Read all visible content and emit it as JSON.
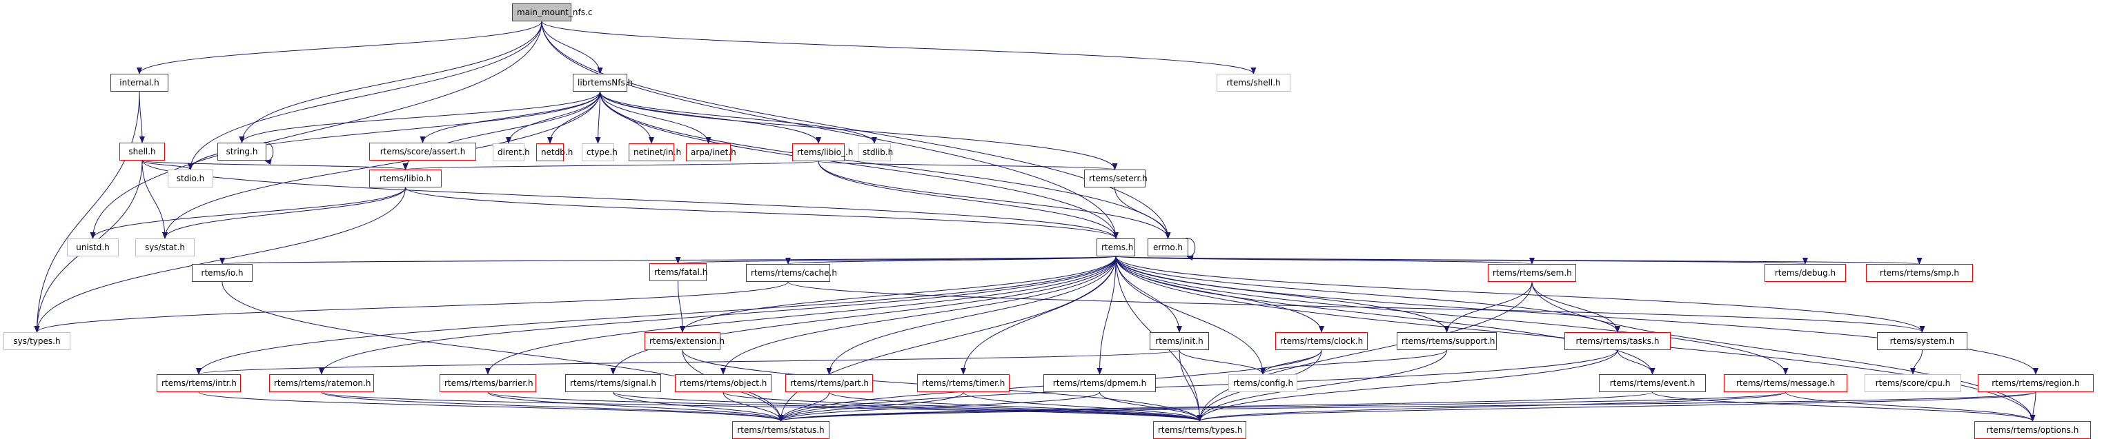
{
  "graph": {
    "title": "main_mount_nfs.c include dependency graph",
    "edge_color": "#191970",
    "node_styles": {
      "root": {
        "fill": "#bfbfbf",
        "border": "#404040"
      },
      "documented": {
        "fill": "#ffffff",
        "border": "#404040"
      },
      "external": {
        "fill": "#ffffff",
        "border": "#bfbfbf"
      },
      "incomplete": {
        "fill": "#ffffff",
        "border": "#ff0000"
      }
    },
    "nodes": [
      {
        "id": "main",
        "label": "main_mount_nfs.c",
        "kind": "root"
      },
      {
        "id": "internal",
        "label": "internal.h",
        "kind": "documented"
      },
      {
        "id": "librtemsnfs",
        "label": "librtemsNfs.h",
        "kind": "documented"
      },
      {
        "id": "rshell",
        "label": "rtems/shell.h",
        "kind": "external"
      },
      {
        "id": "shell",
        "label": "shell.h",
        "kind": "incomplete"
      },
      {
        "id": "string",
        "label": "string.h",
        "kind": "documented"
      },
      {
        "id": "assert",
        "label": "rtems/score/assert.h",
        "kind": "incomplete"
      },
      {
        "id": "dirent",
        "label": "dirent.h",
        "kind": "external"
      },
      {
        "id": "netdb",
        "label": "netdb.h",
        "kind": "incomplete"
      },
      {
        "id": "ctype",
        "label": "ctype.h",
        "kind": "external"
      },
      {
        "id": "netinet",
        "label": "netinet/in.h",
        "kind": "incomplete"
      },
      {
        "id": "arpa",
        "label": "arpa/inet.h",
        "kind": "incomplete"
      },
      {
        "id": "libio_",
        "label": "rtems/libio_.h",
        "kind": "incomplete"
      },
      {
        "id": "stdlib",
        "label": "stdlib.h",
        "kind": "external"
      },
      {
        "id": "stdio",
        "label": "stdio.h",
        "kind": "external"
      },
      {
        "id": "libio",
        "label": "rtems/libio.h",
        "kind": "incomplete"
      },
      {
        "id": "seterr",
        "label": "rtems/seterr.h",
        "kind": "documented"
      },
      {
        "id": "unistd",
        "label": "unistd.h",
        "kind": "external"
      },
      {
        "id": "sysstat",
        "label": "sys/stat.h",
        "kind": "external"
      },
      {
        "id": "rtemsh",
        "label": "rtems.h",
        "kind": "documented"
      },
      {
        "id": "errno",
        "label": "errno.h",
        "kind": "documented"
      },
      {
        "id": "io",
        "label": "rtems/io.h",
        "kind": "documented"
      },
      {
        "id": "fatal",
        "label": "rtems/fatal.h",
        "kind": "incomplete"
      },
      {
        "id": "cache",
        "label": "rtems/rtems/cache.h",
        "kind": "documented"
      },
      {
        "id": "sem",
        "label": "rtems/rtems/sem.h",
        "kind": "incomplete"
      },
      {
        "id": "debug",
        "label": "rtems/debug.h",
        "kind": "incomplete"
      },
      {
        "id": "smp",
        "label": "rtems/rtems/smp.h",
        "kind": "incomplete"
      },
      {
        "id": "systypes",
        "label": "sys/types.h",
        "kind": "external"
      },
      {
        "id": "extension",
        "label": "rtems/extension.h",
        "kind": "incomplete"
      },
      {
        "id": "init",
        "label": "rtems/init.h",
        "kind": "documented"
      },
      {
        "id": "clock",
        "label": "rtems/rtems/clock.h",
        "kind": "incomplete"
      },
      {
        "id": "support",
        "label": "rtems/rtems/support.h",
        "kind": "documented"
      },
      {
        "id": "tasks",
        "label": "rtems/rtems/tasks.h",
        "kind": "incomplete"
      },
      {
        "id": "system",
        "label": "rtems/system.h",
        "kind": "documented"
      },
      {
        "id": "intr",
        "label": "rtems/rtems/intr.h",
        "kind": "incomplete"
      },
      {
        "id": "ratemon",
        "label": "rtems/rtems/ratemon.h",
        "kind": "incomplete"
      },
      {
        "id": "barrier",
        "label": "rtems/rtems/barrier.h",
        "kind": "incomplete"
      },
      {
        "id": "signal",
        "label": "rtems/rtems/signal.h",
        "kind": "documented"
      },
      {
        "id": "object",
        "label": "rtems/rtems/object.h",
        "kind": "incomplete"
      },
      {
        "id": "part",
        "label": "rtems/rtems/part.h",
        "kind": "incomplete"
      },
      {
        "id": "timer",
        "label": "rtems/rtems/timer.h",
        "kind": "incomplete"
      },
      {
        "id": "dpmem",
        "label": "rtems/rtems/dpmem.h",
        "kind": "documented"
      },
      {
        "id": "config",
        "label": "rtems/config.h",
        "kind": "external"
      },
      {
        "id": "event",
        "label": "rtems/rtems/event.h",
        "kind": "documented"
      },
      {
        "id": "message",
        "label": "rtems/rtems/message.h",
        "kind": "incomplete"
      },
      {
        "id": "cpu",
        "label": "rtems/score/cpu.h",
        "kind": "external"
      },
      {
        "id": "region",
        "label": "rtems/rtems/region.h",
        "kind": "incomplete"
      },
      {
        "id": "status",
        "label": "rtems/rtems/status.h",
        "kind": "incomplete"
      },
      {
        "id": "types",
        "label": "rtems/rtems/types.h",
        "kind": "incomplete"
      },
      {
        "id": "options",
        "label": "rtems/rtems/options.h",
        "kind": "incomplete"
      }
    ],
    "edges": [
      [
        "main",
        "internal"
      ],
      [
        "main",
        "librtemsnfs"
      ],
      [
        "main",
        "rshell"
      ],
      [
        "main",
        "string"
      ],
      [
        "main",
        "stdio"
      ],
      [
        "main",
        "unistd"
      ],
      [
        "main",
        "rtemsh"
      ],
      [
        "main",
        "errno"
      ],
      [
        "internal",
        "shell"
      ],
      [
        "internal",
        "systypes"
      ],
      [
        "shell",
        "stdio"
      ],
      [
        "shell",
        "sysstat"
      ],
      [
        "shell",
        "systypes"
      ],
      [
        "shell",
        "libio"
      ],
      [
        "shell",
        "rtemsh"
      ],
      [
        "string",
        "string"
      ],
      [
        "librtemsnfs",
        "string"
      ],
      [
        "librtemsnfs",
        "assert"
      ],
      [
        "librtemsnfs",
        "dirent"
      ],
      [
        "librtemsnfs",
        "netdb"
      ],
      [
        "librtemsnfs",
        "ctype"
      ],
      [
        "librtemsnfs",
        "netinet"
      ],
      [
        "librtemsnfs",
        "arpa"
      ],
      [
        "librtemsnfs",
        "libio_"
      ],
      [
        "librtemsnfs",
        "stdlib"
      ],
      [
        "librtemsnfs",
        "stdio"
      ],
      [
        "librtemsnfs",
        "sysstat"
      ],
      [
        "librtemsnfs",
        "libio"
      ],
      [
        "librtemsnfs",
        "seterr"
      ],
      [
        "librtemsnfs",
        "rtemsh"
      ],
      [
        "librtemsnfs",
        "errno"
      ],
      [
        "libio_",
        "libio"
      ],
      [
        "libio_",
        "seterr"
      ],
      [
        "libio_",
        "rtemsh"
      ],
      [
        "libio_",
        "errno"
      ],
      [
        "libio",
        "unistd"
      ],
      [
        "libio",
        "sysstat"
      ],
      [
        "libio",
        "systypes"
      ],
      [
        "libio",
        "rtemsh"
      ],
      [
        "seterr",
        "errno"
      ],
      [
        "errno",
        "errno"
      ],
      [
        "rtemsh",
        "io"
      ],
      [
        "rtemsh",
        "fatal"
      ],
      [
        "rtemsh",
        "cache"
      ],
      [
        "rtemsh",
        "extension"
      ],
      [
        "rtemsh",
        "init"
      ],
      [
        "rtemsh",
        "clock"
      ],
      [
        "rtemsh",
        "support"
      ],
      [
        "rtemsh",
        "sem"
      ],
      [
        "rtemsh",
        "tasks"
      ],
      [
        "rtemsh",
        "debug"
      ],
      [
        "rtemsh",
        "smp"
      ],
      [
        "rtemsh",
        "system"
      ],
      [
        "rtemsh",
        "event"
      ],
      [
        "rtemsh",
        "message"
      ],
      [
        "rtemsh",
        "region"
      ],
      [
        "rtemsh",
        "intr"
      ],
      [
        "rtemsh",
        "ratemon"
      ],
      [
        "rtemsh",
        "barrier"
      ],
      [
        "rtemsh",
        "signal"
      ],
      [
        "rtemsh",
        "object"
      ],
      [
        "rtemsh",
        "part"
      ],
      [
        "rtemsh",
        "timer"
      ],
      [
        "rtemsh",
        "dpmem"
      ],
      [
        "rtemsh",
        "config"
      ],
      [
        "rtemsh",
        "status"
      ],
      [
        "rtemsh",
        "types"
      ],
      [
        "rtemsh",
        "options"
      ],
      [
        "io",
        "status"
      ],
      [
        "fatal",
        "extension"
      ],
      [
        "cache",
        "systypes"
      ],
      [
        "cache",
        "system"
      ],
      [
        "extension",
        "status"
      ],
      [
        "extension",
        "types"
      ],
      [
        "init",
        "intr"
      ],
      [
        "init",
        "config"
      ],
      [
        "init",
        "types"
      ],
      [
        "clock",
        "config"
      ],
      [
        "clock",
        "status"
      ],
      [
        "clock",
        "types"
      ],
      [
        "support",
        "config"
      ],
      [
        "support",
        "types"
      ],
      [
        "sem",
        "support"
      ],
      [
        "sem",
        "tasks"
      ],
      [
        "sem",
        "types"
      ],
      [
        "sem",
        "options"
      ],
      [
        "tasks",
        "event"
      ],
      [
        "tasks",
        "status"
      ],
      [
        "tasks",
        "types"
      ],
      [
        "system",
        "cpu"
      ],
      [
        "intr",
        "status"
      ],
      [
        "ratemon",
        "status"
      ],
      [
        "ratemon",
        "types"
      ],
      [
        "barrier",
        "status"
      ],
      [
        "barrier",
        "types"
      ],
      [
        "signal",
        "status"
      ],
      [
        "signal",
        "types"
      ],
      [
        "object",
        "status"
      ],
      [
        "object",
        "types"
      ],
      [
        "part",
        "status"
      ],
      [
        "part",
        "types"
      ],
      [
        "timer",
        "status"
      ],
      [
        "timer",
        "types"
      ],
      [
        "dpmem",
        "status"
      ],
      [
        "dpmem",
        "types"
      ],
      [
        "event",
        "status"
      ],
      [
        "event",
        "options"
      ],
      [
        "message",
        "status"
      ],
      [
        "message",
        "types"
      ],
      [
        "message",
        "options"
      ],
      [
        "region",
        "status"
      ],
      [
        "region",
        "types"
      ],
      [
        "region",
        "options"
      ]
    ]
  }
}
